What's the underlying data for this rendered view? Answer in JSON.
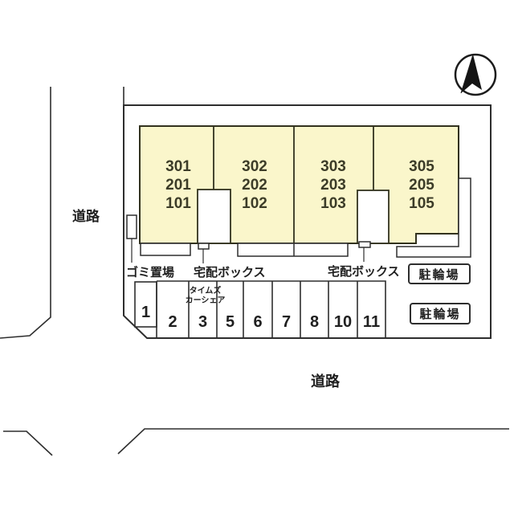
{
  "title": "apartment site plan",
  "roads": {
    "left_label": "道路",
    "bottom_label": "道路"
  },
  "building": {
    "units": [
      {
        "lines": [
          "301",
          "201",
          "101"
        ]
      },
      {
        "lines": [
          "302",
          "202",
          "102"
        ]
      },
      {
        "lines": [
          "303",
          "203",
          "103"
        ]
      },
      {
        "lines": [
          "305",
          "205",
          "105"
        ]
      }
    ]
  },
  "labels": {
    "garbage": "ゴミ置場",
    "delivery_left": "宅配ボックス",
    "delivery_right": "宅配ボックス",
    "bike_top": "駐輪場",
    "bike_bottom": "駐輪場",
    "carshare_line1": "タイムズ",
    "carshare_line2": "カーシェア"
  },
  "parking": {
    "spaces": [
      "1",
      "2",
      "3",
      "5",
      "6",
      "7",
      "8",
      "10",
      "11"
    ]
  },
  "icons": {
    "north_arrow": "north-arrow-icon"
  },
  "colors": {
    "building_fill": "#FAF6CB",
    "line": "#2e2e2e",
    "unit_text": "#3C3C28",
    "background": "#FFFFFF"
  }
}
